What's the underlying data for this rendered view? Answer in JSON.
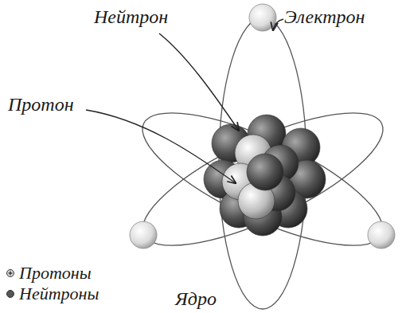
{
  "diagram": {
    "labels": [
      "Нейтрон",
      "Электрон",
      "Протон",
      "Ядро"
    ],
    "legend": [
      {
        "text": "Протоны",
        "color": "#d8d8d8"
      },
      {
        "text": "Нейтроны",
        "color": "#555555"
      }
    ]
  }
}
